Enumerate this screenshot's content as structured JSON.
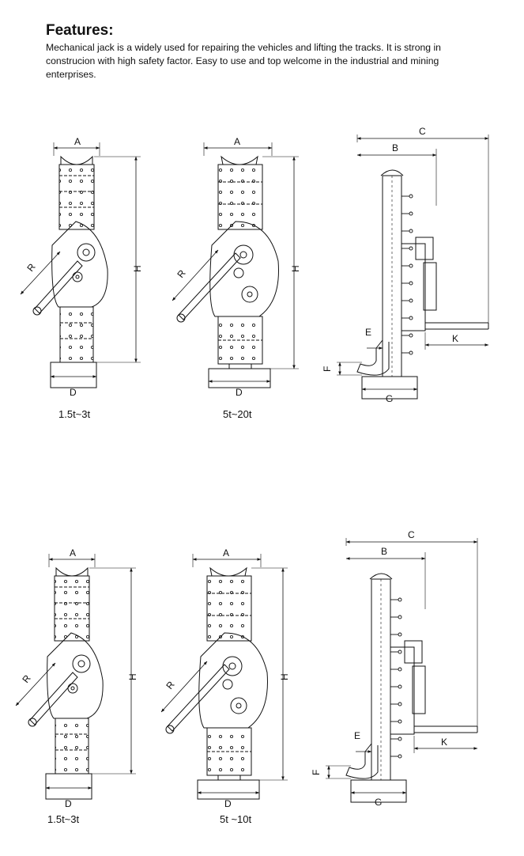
{
  "features": {
    "heading": "Features:",
    "text": "Mechanical jack is a widely used for repairing the vehicles and lifting the tracks. It is strong in construcion with high safety factor. Easy to use and top welcome in the industrial and mining enterprises."
  },
  "drawings": [
    {
      "caption": "1.5t~3t",
      "labels": {
        "A": "A",
        "H": "H",
        "R": "R",
        "D": "D"
      }
    },
    {
      "caption": "5t~20t",
      "labels": {
        "A": "A",
        "H": "H",
        "R": "R",
        "D": "D"
      }
    },
    {
      "caption": "",
      "labels": {
        "C": "C",
        "B": "B",
        "E": "E",
        "F": "F",
        "G": "G",
        "K": "K"
      }
    },
    {
      "caption": "1.5t~3t",
      "labels": {
        "A": "A",
        "H": "H",
        "R": "R",
        "D": "D"
      }
    },
    {
      "caption": "5t ~10t",
      "labels": {
        "A": "A",
        "H": "H",
        "R": "R",
        "D": "D"
      }
    },
    {
      "caption": "",
      "labels": {
        "C": "C",
        "B": "B",
        "E": "E",
        "F": "F",
        "G": "G",
        "K": "K"
      }
    }
  ]
}
